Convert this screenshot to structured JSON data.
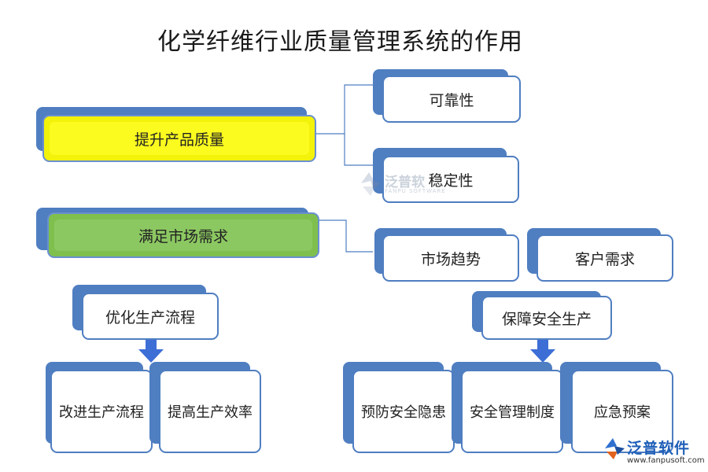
{
  "title": "化学纤维行业质量管理系统的作用",
  "nodes": {
    "quality": "提升产品质量",
    "reliability": "可靠性",
    "stability": "稳定性",
    "market_demand": "满足市场需求",
    "market_trend": "市场趋势",
    "customer_demand": "客户需求",
    "optimize": "优化生产流程",
    "improve_process": "改进生产流程",
    "efficiency": "提高生产效率",
    "safety": "保障安全生产",
    "prevent": "预防安全隐患",
    "safety_mgmt": "安全管理制度",
    "emergency": "应急预案"
  },
  "watermark": {
    "text": "泛普软",
    "sub": "FANPU SOFTWARE"
  },
  "logo": {
    "text": "泛普软件",
    "url": "www.fanpusoft.com"
  },
  "colors": {
    "accent": "#4f7ec1",
    "highlight_yellow": "#f2f20a",
    "highlight_green": "#8cc862",
    "arrow": "#3d6ed6"
  }
}
